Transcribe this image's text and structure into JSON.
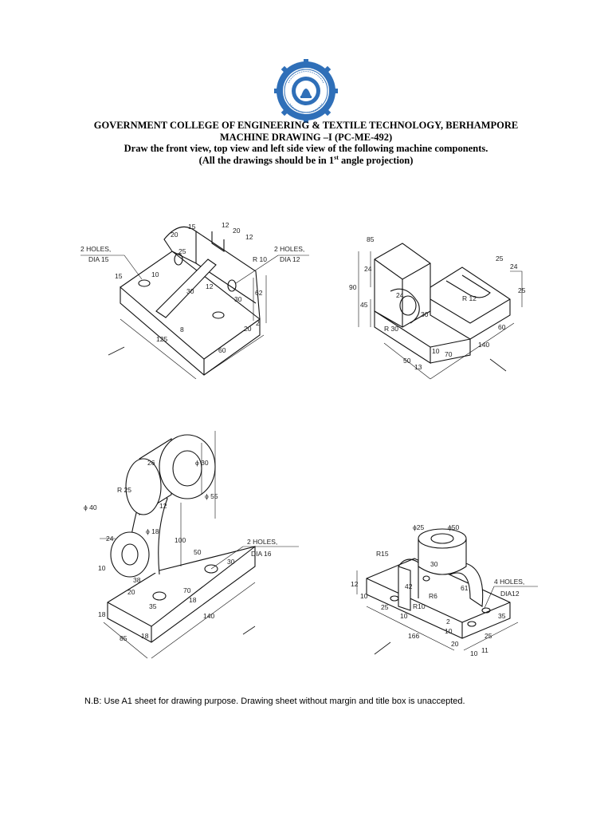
{
  "header": {
    "college": "GOVERNMENT COLLEGE OF ENGINEERING & TEXTILE TECHNOLOGY, BERHAMPORE",
    "course": "MACHINE DRAWING –I (PC-ME-492)",
    "instruction": "Draw the front view, top view and left side view of the following machine components.",
    "projection_pre": "(All the drawings should be in 1",
    "projection_sup": "st",
    "projection_post": " angle projection)"
  },
  "figure1": {
    "holes_left": "2 HOLES,",
    "dia_left": "DIA 15",
    "holes_right": "2 HOLES,",
    "dia_right": "DIA 12",
    "r10": "R 10",
    "dims": {
      "d20a": "20",
      "d15a": "15",
      "d12a": "12",
      "d20b": "20",
      "d12b": "12",
      "d25": "25",
      "d15b": "15",
      "d10": "10",
      "d30a": "30",
      "d30b": "30",
      "d62": "62",
      "d125": "125",
      "d60": "60",
      "d12c": "12",
      "d8": "8",
      "d20c": "20",
      "d2": "2"
    }
  },
  "figure2": {
    "r12": "R 12",
    "r30": "R 30",
    "dims": {
      "d85": "85",
      "d24a": "24",
      "d90": "90",
      "d45": "45",
      "d24b": "24",
      "d30": "30",
      "d25a": "25",
      "d24c": "24",
      "d25b": "25",
      "d50": "50",
      "d60": "60",
      "d70": "70",
      "d140": "140",
      "d10": "10",
      "d13": "13"
    }
  },
  "figure3": {
    "phi40": "ϕ 40",
    "phi18": "ϕ 18",
    "phi30": "ϕ 30",
    "phi55": "ϕ 55",
    "r25": "R 25",
    "holes": "2 HOLES,",
    "dia": "DIA 16",
    "dims": {
      "d26": "26",
      "d12": "12",
      "d24": "24",
      "d100": "100",
      "d50": "50",
      "d30": "30",
      "d70": "70",
      "d20": "20",
      "d35": "35",
      "d38": "38",
      "d18a": "18",
      "d18b": "18",
      "d140": "140",
      "d85": "85",
      "d18c": "18",
      "d10": "10"
    }
  },
  "figure4": {
    "phi25": "ϕ25",
    "phi50": "ϕ50",
    "r15": "R15",
    "r6": "R6",
    "r10": "R10",
    "holes": "4 HOLES,",
    "dia": "DIA12",
    "dims": {
      "d12": "12",
      "d10a": "10",
      "d25a": "25",
      "d10b": "10",
      "d42": "42",
      "d30": "30",
      "d61": "61",
      "d166": "166",
      "d20": "20",
      "d10c": "10",
      "d11": "11",
      "d25b": "25",
      "d2": "2",
      "d10d": "10",
      "d35": "35"
    }
  },
  "note": "N.B: Use A1 sheet for drawing purpose. Drawing sheet without margin and title box is unaccepted."
}
